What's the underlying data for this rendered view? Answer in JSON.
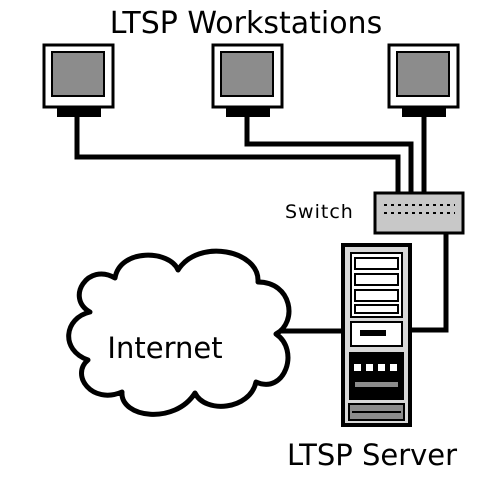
{
  "title": "LTSP Workstations",
  "switch_label": "Switch",
  "internet_label": "Internet",
  "server_label": "LTSP Server",
  "colors": {
    "stroke": "#000000",
    "screen": "#8c8c8c",
    "switch_body": "#c8c8c8",
    "server_body": "#d8d8d8"
  }
}
